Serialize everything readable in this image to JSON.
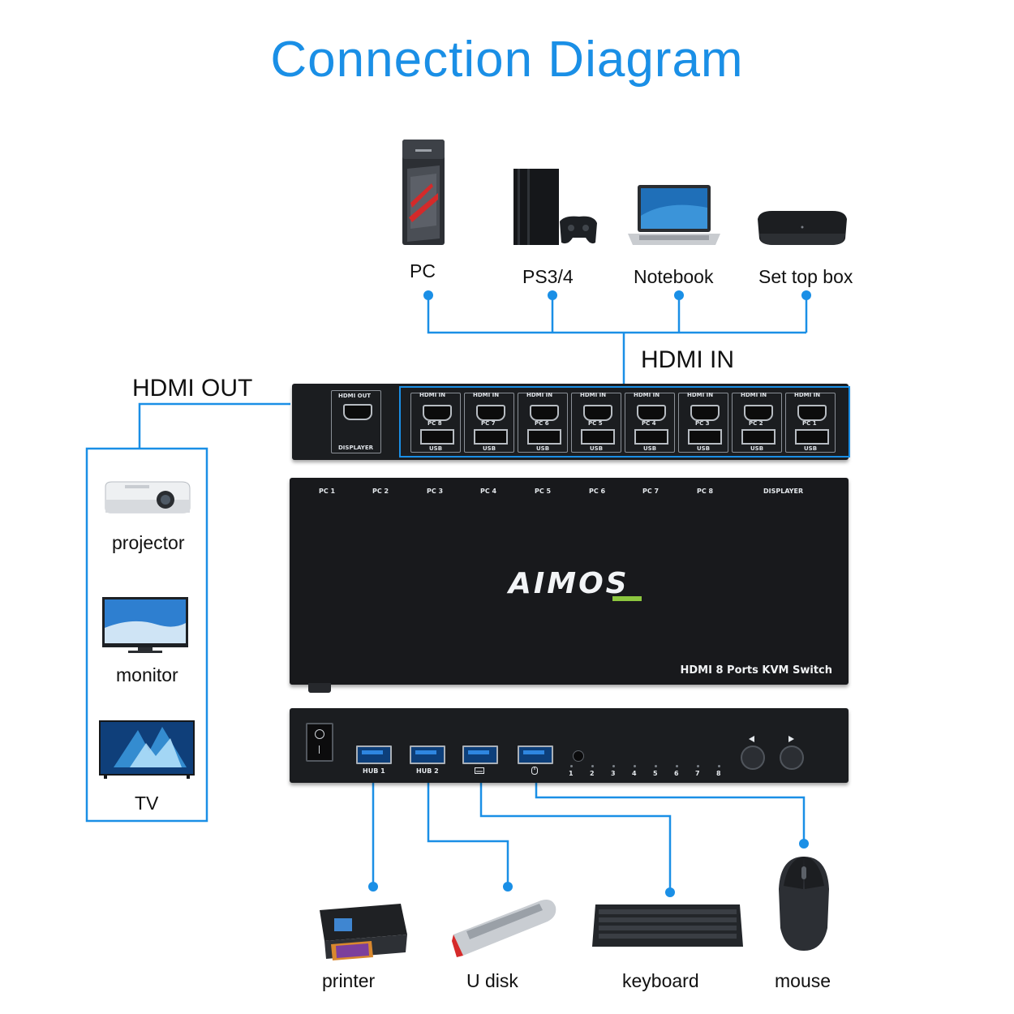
{
  "title": "Connection Diagram",
  "sources": [
    "PC",
    "PS3/4",
    "Notebook",
    "Set top box"
  ],
  "hdmi_in_label": "HDMI IN",
  "hdmi_out_label": "HDMI OUT",
  "displays": [
    "projector",
    "monitor",
    "TV"
  ],
  "peripherals": [
    "printer",
    "U disk",
    "keyboard",
    "mouse"
  ],
  "back_panel": {
    "hdmi_out_port": "HDMI OUT",
    "displayer": "DISPLAYER",
    "hdmi_in_port": "HDMI IN",
    "usb": "USB",
    "pc_ports": [
      "PC 8",
      "PC 7",
      "PC 6",
      "PC 5",
      "PC 4",
      "PC 3",
      "PC 2",
      "PC 1"
    ]
  },
  "top_face": {
    "pc_labels": [
      "PC 1",
      "PC 2",
      "PC 3",
      "PC 4",
      "PC 5",
      "PC 6",
      "PC 7",
      "PC 8"
    ],
    "displayer": "DISPLAYER",
    "brand": "AIMOS",
    "model": "HDMI 8 Ports KVM Switch"
  },
  "front_panel": {
    "hub1": "HUB 1",
    "hub2": "HUB 2",
    "leds": [
      "1",
      "2",
      "3",
      "4",
      "5",
      "6",
      "7",
      "8"
    ]
  },
  "colors": {
    "accent": "#1a8fe6",
    "device_body": "#1b1d20",
    "brand_green": "#8cc63f"
  }
}
